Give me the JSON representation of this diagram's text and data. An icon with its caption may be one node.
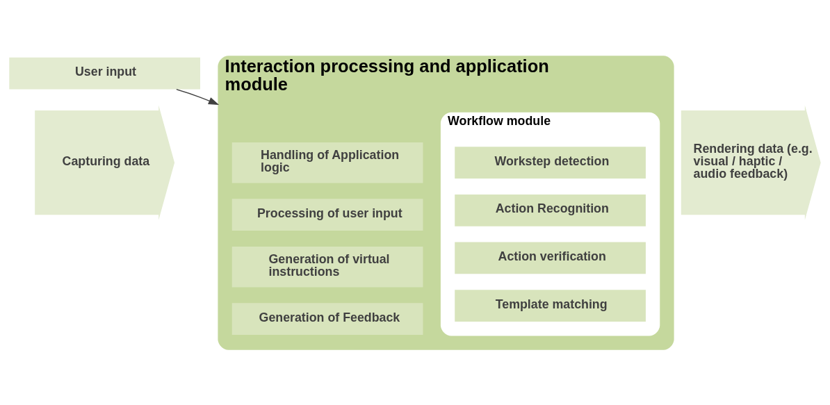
{
  "diagram": {
    "nodes": [
      {
        "text": [
          "User input"
        ]
      },
      {
        "text": [
          "Interaction processing and application module"
        ]
      },
      {
        "text": [
          "Handling of Application logic"
        ],
        "in": 1
      },
      {
        "text": [
          "Processing of user input"
        ],
        "in": 1
      },
      {
        "text": [
          "Generation of virtual instructions"
        ],
        "in": 1
      },
      {
        "text": [
          "Generation of Feedback"
        ],
        "in": 1
      },
      {
        "text": [
          "Workflow module"
        ],
        "in": 1
      },
      {
        "text": [
          "Workstep detection"
        ],
        "in": 6
      },
      {
        "text": [
          "Action Recognition"
        ],
        "in": 6
      },
      {
        "text": [
          "Action verification"
        ],
        "in": 6
      },
      {
        "text": [
          "Template matching"
        ],
        "in": 6
      },
      {
        "text": [
          "Capturing data"
        ]
      },
      {
        "text": [
          "Rendering data (e.g. visual / haptic / audio feedback)"
        ]
      }
    ],
    "edges": [
      {
        "from": 0,
        "to": 1,
        "arrow": "to"
      }
    ]
  }
}
